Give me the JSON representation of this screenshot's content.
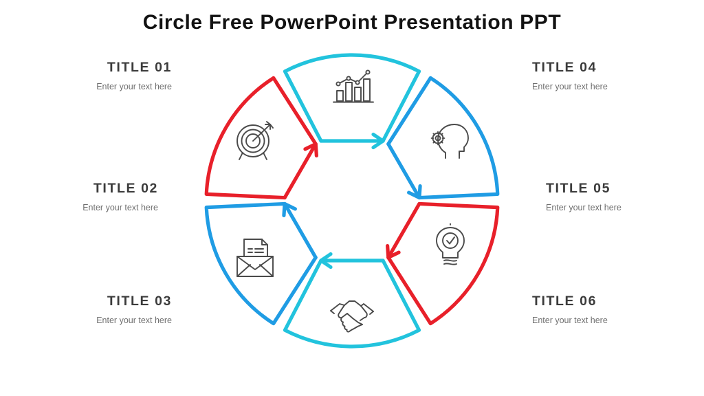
{
  "slide": {
    "title": "Circle Free PowerPoint Presentation PPT",
    "background_color": "#ffffff"
  },
  "palette": {
    "cyan": "#22c3dd",
    "blue": "#1f9ce4",
    "red": "#e8202a",
    "icon_stroke": "#4a4a4a",
    "title_color": "#121212",
    "label_title_color": "#3b3b3b",
    "label_sub_color": "#6f6f6f"
  },
  "diagram": {
    "type": "circular-process",
    "segment_count": 6,
    "flow_direction": "clockwise",
    "segments": [
      {
        "id": "seg-01",
        "title": "TITLE  01",
        "subtitle": "Enter your text here",
        "color": "#e8202a",
        "color_name": "red",
        "icon": "target-icon",
        "side": "left",
        "position": "upper-left"
      },
      {
        "id": "seg-02",
        "title": "TITLE  02",
        "subtitle": "Enter your text here",
        "color": "#1f9ce4",
        "color_name": "blue",
        "icon": "envelope-document-icon",
        "side": "left",
        "position": "lower-left"
      },
      {
        "id": "seg-03",
        "title": "TITLE  03",
        "subtitle": "Enter your text here",
        "color": "#22c3dd",
        "color_name": "cyan",
        "icon": "handshake-icon",
        "side": "left",
        "position": "bottom"
      },
      {
        "id": "seg-04",
        "title": "TITLE  04",
        "subtitle": "Enter your text here",
        "color": "#22c3dd",
        "color_name": "cyan",
        "icon": "bar-chart-icon",
        "side": "right",
        "position": "top"
      },
      {
        "id": "seg-05",
        "title": "TITLE  05",
        "subtitle": "Enter your text here",
        "color": "#1f9ce4",
        "color_name": "blue",
        "icon": "head-gear-icon",
        "side": "right",
        "position": "upper-right"
      },
      {
        "id": "seg-06",
        "title": "TITLE  06",
        "subtitle": "Enter your text here",
        "color": "#e8202a",
        "color_name": "red",
        "icon": "lightbulb-check-icon",
        "side": "right",
        "position": "lower-right"
      }
    ]
  },
  "labels": {
    "l01": {
      "title": "TITLE  01",
      "subtitle": "Enter your text here"
    },
    "l02": {
      "title": "TITLE  02",
      "subtitle": "Enter your text here"
    },
    "l03": {
      "title": "TITLE  03",
      "subtitle": "Enter your text here"
    },
    "l04": {
      "title": "TITLE  04",
      "subtitle": "Enter your text here"
    },
    "l05": {
      "title": "TITLE  05",
      "subtitle": "Enter your text here"
    },
    "l06": {
      "title": "TITLE  06",
      "subtitle": "Enter your text here"
    }
  }
}
